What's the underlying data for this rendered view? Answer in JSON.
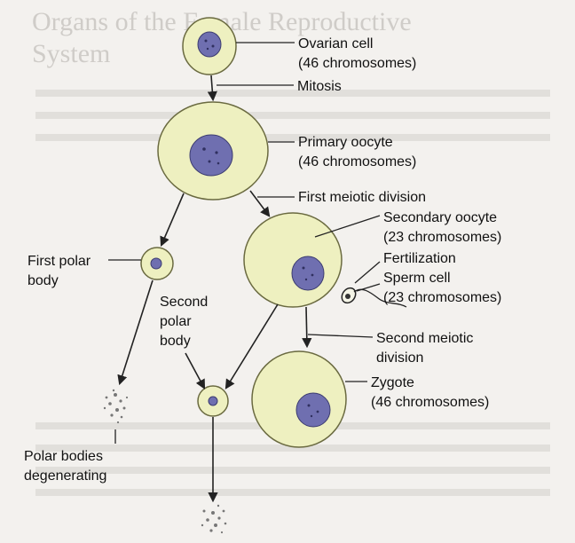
{
  "background": {
    "heading_line1": "Organs of the Female Reproductive",
    "heading_line2": "System"
  },
  "colors": {
    "cell_fill": "#eef0c0",
    "cell_stroke": "#6a6a40",
    "nucleus_fill": "#6f6fb0",
    "line": "#222222"
  },
  "labels": {
    "ovarian_cell": "Ovarian cell",
    "ovarian_chrom": "(46 chromosomes)",
    "mitosis": "Mitosis",
    "primary_oocyte": "Primary oocyte",
    "primary_chrom": "(46 chromosomes)",
    "first_meiotic": "First meiotic division",
    "secondary_oocyte": "Secondary oocyte",
    "secondary_chrom": "(23 chromosomes)",
    "fertilization": "Fertilization",
    "sperm_cell": "Sperm cell",
    "sperm_chrom": "(23 chromosomes)",
    "second_meiotic_1": "Second meiotic",
    "second_meiotic_2": "division",
    "zygote": "Zygote",
    "zygote_chrom": "(46 chromosomes)",
    "first_polar_1": "First polar",
    "first_polar_2": "body",
    "second_polar_1": "Second",
    "second_polar_2": "polar",
    "second_polar_3": "body",
    "polar_deg_1": "Polar bodies",
    "polar_deg_2": "degenerating"
  }
}
